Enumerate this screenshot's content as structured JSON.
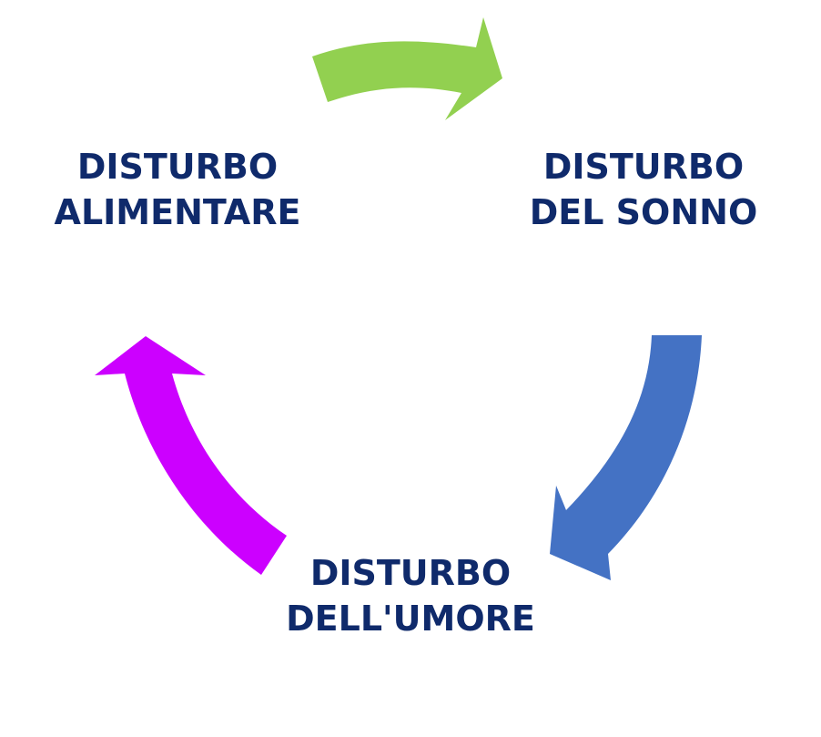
{
  "diagram": {
    "nodes": [
      {
        "id": "alimentare",
        "line1": "DISTURBO",
        "line2": "ALIMENTARE"
      },
      {
        "id": "sonno",
        "line1": "DISTURBO",
        "line2": "DEL SONNO"
      },
      {
        "id": "umore",
        "line1": "DISTURBO",
        "line2": "DELL'UMORE"
      }
    ],
    "arrows": [
      {
        "from": "alimentare",
        "to": "sonno",
        "color": "#92d050"
      },
      {
        "from": "sonno",
        "to": "umore",
        "color": "#4472c4"
      },
      {
        "from": "umore",
        "to": "alimentare",
        "color": "#cc00ff"
      }
    ],
    "text_color": "#0f2a6b"
  }
}
